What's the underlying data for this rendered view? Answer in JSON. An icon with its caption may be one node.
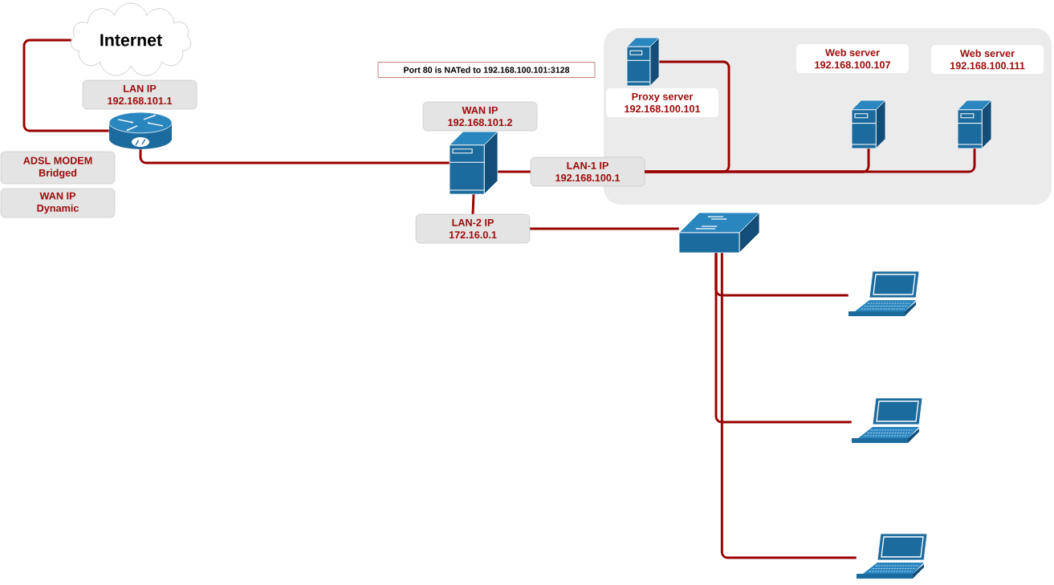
{
  "diagram": {
    "nodes": [
      {
        "text": [
          "Internet"
        ]
      },
      {
        "text": [
          "LAN IP",
          "192.168.101.1"
        ]
      },
      {
        "text": [],
        "shape": "router"
      },
      {
        "text": [
          "ADSL MODEM",
          "Bridged"
        ]
      },
      {
        "text": [
          "WAN IP",
          "Dynamic"
        ]
      },
      {
        "text": [
          "Port 80 is NATed to 192.168.100.101:3128"
        ]
      },
      {
        "text": [
          "WAN IP",
          "192.168.101.2"
        ]
      },
      {
        "text": [],
        "shape": "server"
      },
      {
        "text": [
          "LAN-1 IP",
          "192.168.100.1"
        ]
      },
      {
        "text": [
          "LAN-2 IP",
          "172.16.0.1"
        ]
      },
      {
        "text": [],
        "shape": "box"
      },
      {
        "text": [],
        "shape": "server",
        "in": 10
      },
      {
        "text": [
          "Proxy server",
          "192.168.100.101"
        ],
        "in": 10
      },
      {
        "text": [
          "Web server",
          "192.168.100.107"
        ],
        "in": 10
      },
      {
        "text": [
          "Web server",
          "192.168.100.111"
        ],
        "in": 10
      },
      {
        "text": [],
        "shape": "server",
        "in": 10
      },
      {
        "text": [],
        "shape": "server",
        "in": 10
      },
      {
        "text": [],
        "shape": "switch"
      },
      {
        "text": [],
        "shape": "laptop"
      },
      {
        "text": [],
        "shape": "laptop"
      },
      {
        "text": [],
        "shape": "laptop"
      }
    ],
    "edges": [
      {
        "from": 0,
        "to": 2,
        "arrow": "none"
      },
      {
        "from": 2,
        "to": 7,
        "arrow": "none"
      },
      {
        "from": 7,
        "to": 8,
        "arrow": "none"
      },
      {
        "from": 8,
        "to": 11,
        "arrow": "none"
      },
      {
        "from": 8,
        "to": 15,
        "arrow": "none"
      },
      {
        "from": 8,
        "to": 16,
        "arrow": "none"
      },
      {
        "from": 7,
        "to": 9,
        "arrow": "none"
      },
      {
        "from": 9,
        "to": 17,
        "arrow": "none"
      },
      {
        "from": 17,
        "to": 18,
        "arrow": "none"
      },
      {
        "from": 17,
        "to": 19,
        "arrow": "none"
      },
      {
        "from": 17,
        "to": 20,
        "arrow": "none"
      }
    ]
  }
}
